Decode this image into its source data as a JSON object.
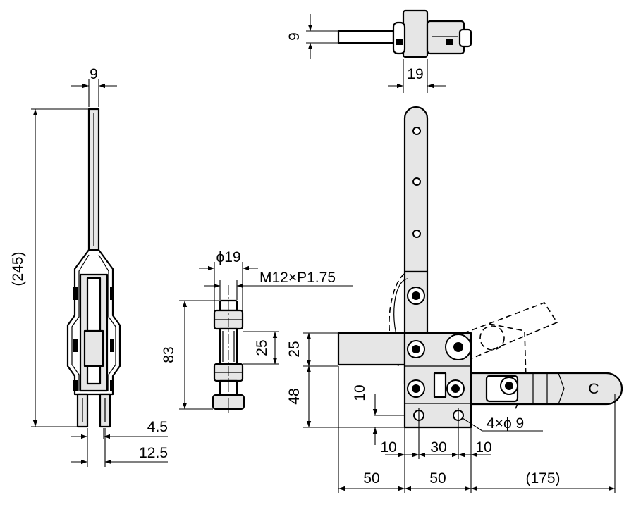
{
  "colors": {
    "line": "#000000",
    "part_fill": "#e6e6e6",
    "background": "#ffffff"
  },
  "labels": {
    "top_thickness": "9",
    "top_width": "19",
    "side_top_width": "9",
    "side_total_height": "(245)",
    "side_offset_small": "4.5",
    "side_offset_large": "12.5",
    "spindle_diameter": "ϕ19",
    "spindle_thread": "M12×P1.75",
    "spindle_length": "83",
    "spindle_nut_height": "25",
    "front_bar_height": "25",
    "front_base_height": "48",
    "front_hole_offset_vertical": "10",
    "front_hole_offset_left": "10",
    "front_hole_spacing": "30",
    "front_hole_offset_right": "10",
    "front_bar_length": "50",
    "front_base_width": "50",
    "front_handle_reach": "(175)",
    "mount_holes": "4×ϕ 9",
    "handle_mark": "C"
  }
}
